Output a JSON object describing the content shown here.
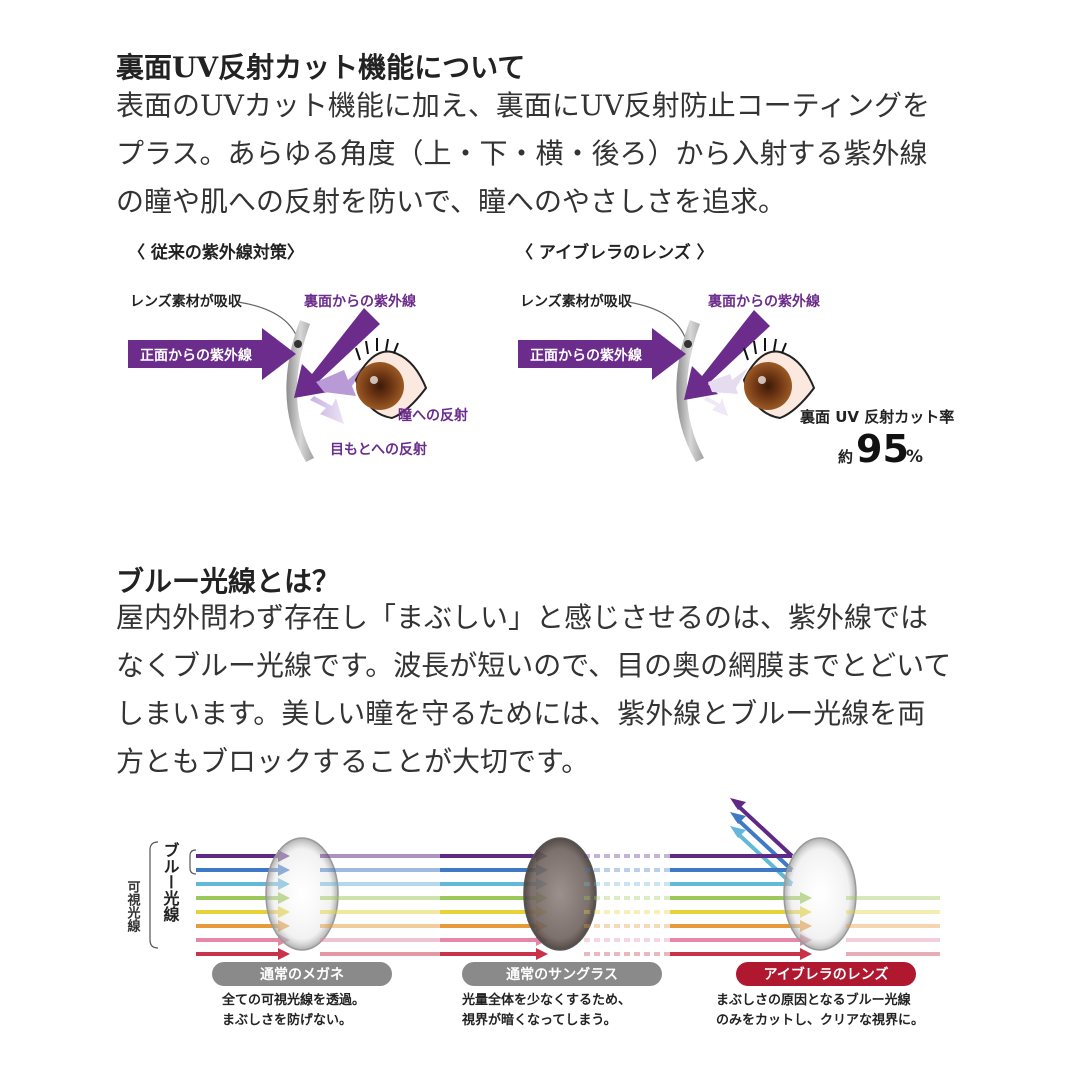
{
  "section_uv": {
    "title": "裏面UV反射カット機能について",
    "body_lines": [
      "表面のUVカット機能に加え、裏面にUV反射防止コーティングを",
      "プラス。あらゆる角度（上・下・横・後ろ）から入射する紫外線",
      "の瞳や肌への反射を防いで、瞳へのやさしさを追求。"
    ],
    "left_diagram": {
      "caption": "〈 従来の紫外線対策〉",
      "label_absorb": "レンズ素材が吸収",
      "label_back": "裏面からの紫外線",
      "label_front": "正面からの紫外線",
      "label_pupil": "瞳への反射",
      "label_eyelid": "目もとへの反射"
    },
    "right_diagram": {
      "caption": "〈 アイブレラのレンズ 〉",
      "label_absorb": "レンズ素材が吸収",
      "label_back": "裏面からの紫外線",
      "label_front": "正面からの紫外線",
      "cut_label": "裏面 UV 反射カット率",
      "approx": "約",
      "cut_value": "95",
      "cut_unit": "%"
    }
  },
  "section_blue": {
    "title": "ブルー光線とは？",
    "body_lines": [
      "屋内外問わず存在し「まぶしい」と感じさせるのは、紫外線では",
      "なくブルー光線です。波長が短いので、目の奥の網膜までとどいて",
      "しまいます。美しい瞳を守るためには、紫外線とブルー光線を両",
      "方ともブロックすることが大切です。"
    ],
    "label_visible": "可視光線",
    "label_blue": "ブルー光線",
    "lenses": [
      {
        "badge": "通常のメガネ",
        "desc1": "全ての可視光線を透過。",
        "desc2": "まぶしさを防げない。"
      },
      {
        "badge": "通常のサングラス",
        "desc1": "光量全体を少なくするため、",
        "desc2": "視界が暗くなってしまう。"
      },
      {
        "badge": "アイブレラのレンズ",
        "desc1": "まぶしさの原因となるブルー光線",
        "desc2": "のみをカットし、クリアな視界に。"
      }
    ],
    "colors": {
      "violet": "#5e2a86",
      "blue": "#3f78c4",
      "cyan": "#63b7d8",
      "green": "#9cc85a",
      "yellow": "#e6d33a",
      "orange": "#e79a3a",
      "pink": "#e488a6",
      "red": "#c8334a",
      "badge_gray": "#8a8a8a",
      "badge_red": "#b0182f",
      "arrow_purple": "#6b2c8c"
    }
  }
}
